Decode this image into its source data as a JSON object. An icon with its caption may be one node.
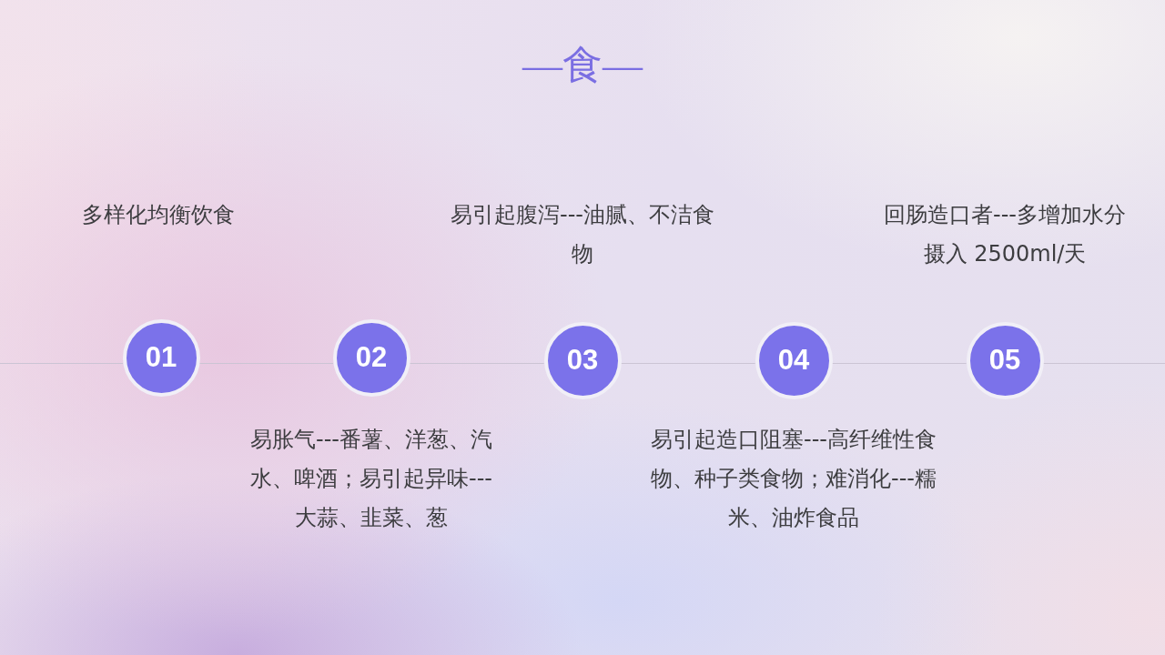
{
  "diagram": {
    "title": "—食—",
    "nodes": [
      {
        "text": [
          "01"
        ]
      },
      {
        "text": [
          "02"
        ],
        "beside": [
          "易胀气---番薯、洋葱、汽水、啤酒；易引起异味---大蒜、韭菜、葱"
        ]
      },
      {
        "text": [
          "03"
        ],
        "beside": [
          "易引起腹泻---油腻、不洁食物"
        ]
      },
      {
        "text": [
          "04"
        ],
        "beside": [
          "易引起造口阻塞---高纤维性食物、种子类食物；难消化---糯米、油炸食品"
        ]
      },
      {
        "text": [
          "05"
        ],
        "beside": [
          "回肠造口者---多增加水分摄入 2500ml/天"
        ]
      }
    ],
    "edges": [
      {
        "from": null,
        "to": 0,
        "arrow": "none"
      },
      {
        "from": 0,
        "to": 1,
        "arrow": "none"
      },
      {
        "from": 1,
        "to": 2,
        "arrow": "none"
      },
      {
        "from": 2,
        "to": 3,
        "arrow": "none"
      },
      {
        "from": 3,
        "to": 4,
        "arrow": "none"
      },
      {
        "from": 4,
        "to": null,
        "arrow": "none"
      }
    ],
    "labels": [
      "多样化均衡饮食"
    ]
  }
}
